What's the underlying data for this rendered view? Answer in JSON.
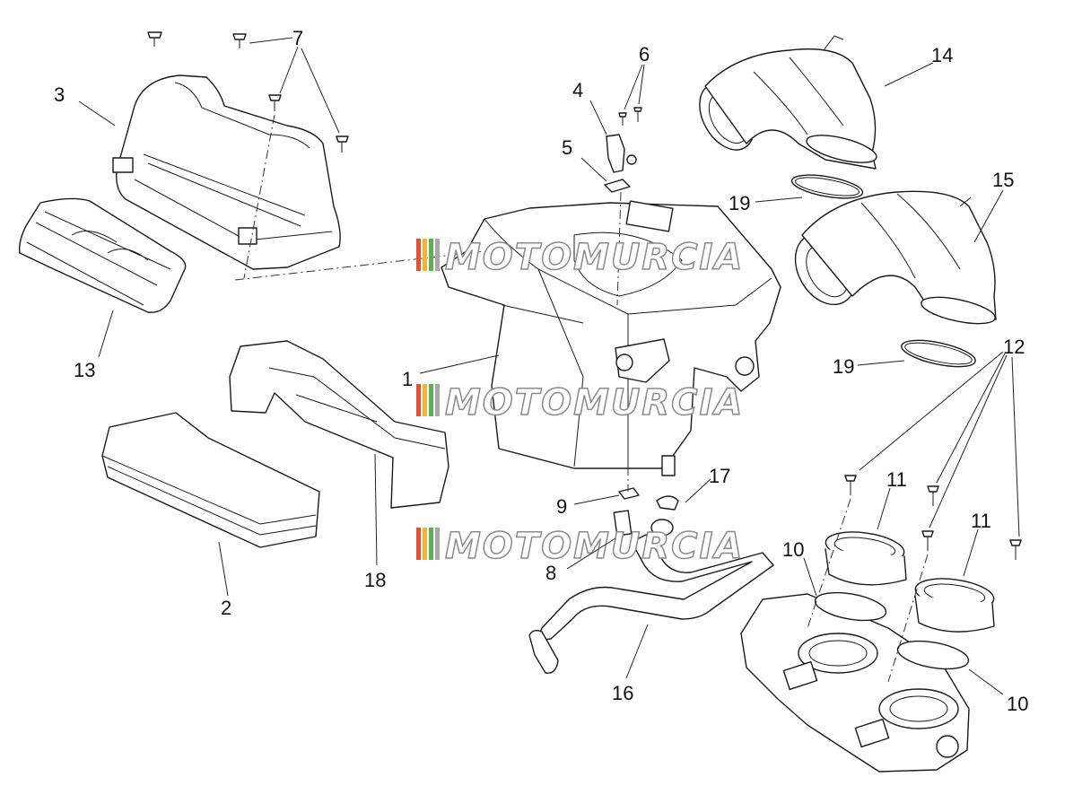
{
  "callouts": {
    "c1": "1",
    "c2": "2",
    "c3": "3",
    "c4": "4",
    "c5": "5",
    "c6": "6",
    "c7": "7",
    "c8": "8",
    "c9": "9",
    "c10a": "10",
    "c10b": "10",
    "c11a": "11",
    "c11b": "11",
    "c12": "12",
    "c13": "13",
    "c14": "14",
    "c15": "15",
    "c16": "16",
    "c17": "17",
    "c18": "18",
    "c19a": "19",
    "c19b": "19"
  },
  "watermark": {
    "text": "MOTOMURCIA",
    "colors": [
      "#e0533a",
      "#f2b431",
      "#5fae4f",
      "#a9a9a9"
    ]
  }
}
